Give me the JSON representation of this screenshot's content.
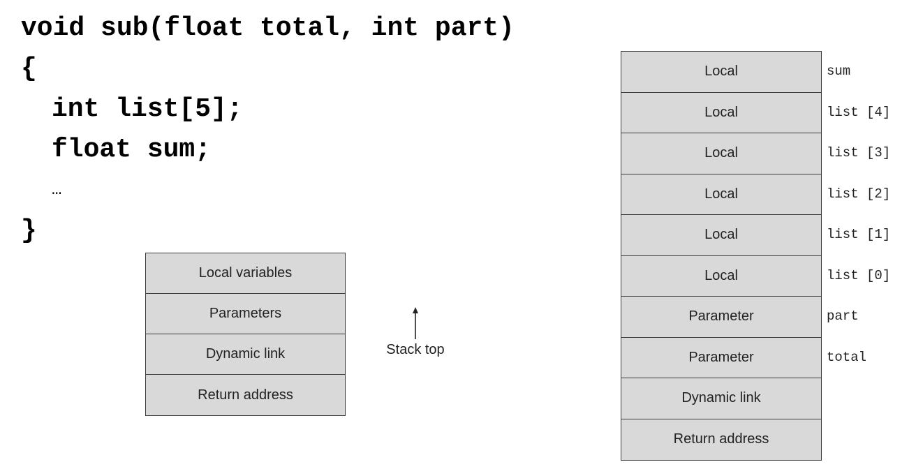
{
  "code": {
    "lines": [
      "void sub(float total, int part)",
      "{",
      "int list[5];",
      "float sum;",
      "…",
      "}"
    ]
  },
  "generic_record": {
    "cells": [
      "Local variables",
      "Parameters",
      "Dynamic link",
      "Return address"
    ],
    "stack_top_label": "Stack top"
  },
  "sub_record": {
    "cells": [
      "Local",
      "Local",
      "Local",
      "Local",
      "Local",
      "Local",
      "Parameter",
      "Parameter",
      "Dynamic link",
      "Return address"
    ],
    "labels": [
      "sum",
      "list [4]",
      "list [3]",
      "list [2]",
      "list [1]",
      "list [0]",
      "part",
      "total",
      "",
      ""
    ]
  },
  "colors": {
    "cell_fill": "#d9d9d9",
    "border": "#3c3c3c"
  }
}
